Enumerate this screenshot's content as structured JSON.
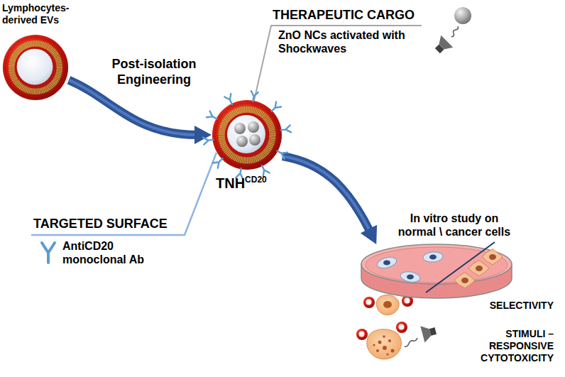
{
  "diagram": {
    "nodes": [
      {
        "text": [
          "Lymphocytes- derived EVs"
        ]
      },
      {
        "text": [
          "TNH",
          "CD20"
        ]
      },
      {
        "text": [
          "In vitro study on normal \\ cancer cells"
        ]
      }
    ],
    "edges": [
      {
        "from": 0,
        "to": 1,
        "arrow": "to"
      },
      {
        "from": 1,
        "to": 2,
        "arrow": "to"
      }
    ],
    "labels": [
      "Post-isolation Engineering",
      "THERAPEUTIC CARGO",
      "ZnO NCs activated with Shockwaves",
      "TARGETED SURFACE",
      "AntiCD20 monoclonal Ab",
      "SELECTIVITY",
      "STIMULI – RESPONSIVE CYTOTOXICITY"
    ]
  }
}
